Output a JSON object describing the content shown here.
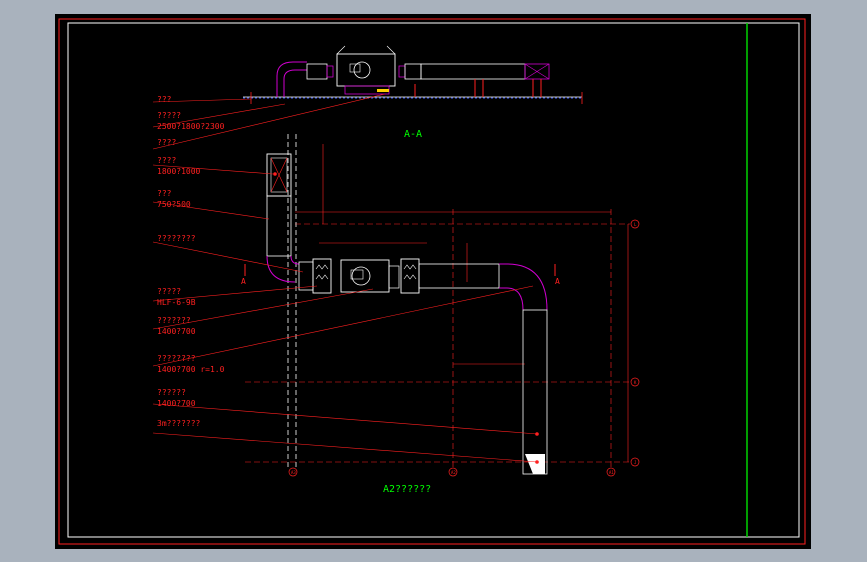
{
  "colors": {
    "bg_outer": "#a9b2bd",
    "canvas": "#000000",
    "frame": "#ff2020",
    "border_white": "#ffffff",
    "green_line": "#00d200",
    "duct": "#ffffff",
    "elbow": "#d000d0",
    "leader": "#ff2020",
    "axis": "#ff2020",
    "dim": "#ff2020",
    "annotation": "#ff2020",
    "title": "#00ff00",
    "blue_dashed": "#4060ff",
    "yellow_tag": "#ffd000"
  },
  "labels": {
    "l1": "???",
    "l2a": "?????",
    "l2b": "2500?1800?2300",
    "l3": "????",
    "l4a": "????",
    "l4b": "1800?1000",
    "l5a": "???",
    "l5b": "750?500",
    "l6": "????????",
    "l7a": "?????",
    "l7b": "HLF-6-9B",
    "l8a": "???????",
    "l8b": "1400?700",
    "l9a": "????????",
    "l9b": "1400?700 r=1.0",
    "l10a": "??????",
    "l10b": "1400?700",
    "l11": "3m???????"
  },
  "section_title": "A-A",
  "plan_title": "A2??????",
  "section_markers": {
    "left": "A",
    "right": "A"
  },
  "grid_bubbles": {
    "g1": "L",
    "g2": "K",
    "g3": "J",
    "g4": "A3",
    "g5": "A2",
    "g6": "A1"
  }
}
